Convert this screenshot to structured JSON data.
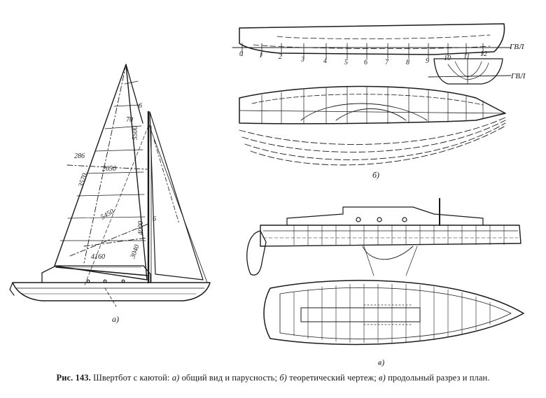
{
  "figure": {
    "number": "Рис. 143.",
    "title": "Швертбот с каютой:",
    "part_a_letter": "а)",
    "part_a_text": "общий вид и парусность;",
    "part_b_letter": "б)",
    "part_b_text": "теоретический чертеж;",
    "part_c_letter": "в)",
    "part_c_text": "продольный разрез и план."
  },
  "panel_a": {
    "label": "а)",
    "dimensions": {
      "d286": "286",
      "d3570": "3570",
      "d2650": "2650",
      "d5450": "5450",
      "d4160": "4160",
      "d3040": "3040",
      "d4000": "4000",
      "d5500": "5500",
      "d70": "70",
      "d6a": "6",
      "d6b": "6"
    }
  },
  "panel_b": {
    "label": "б)",
    "waterline_1": "ГВЛ",
    "waterline_2": "ГВЛ",
    "stations": [
      "0",
      "1",
      "2",
      "3",
      "4",
      "5",
      "6",
      "7",
      "8",
      "9",
      "10",
      "11",
      "12"
    ]
  },
  "panel_c": {
    "label": "в)"
  }
}
